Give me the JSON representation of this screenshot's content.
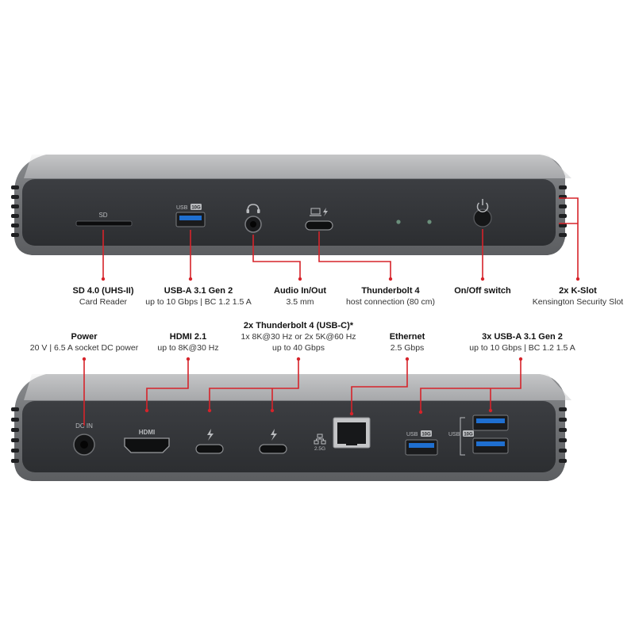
{
  "top_panel": {
    "sd_slot_label": "SD",
    "usb_badge": "USB",
    "usb_speed": "10G",
    "callouts": [
      {
        "id": "sd",
        "title": "SD 4.0 (UHS-II)",
        "sub": "Card Reader"
      },
      {
        "id": "usb-a",
        "title": "USB-A 3.1 Gen 2",
        "sub": "up to 10 Gbps | BC 1.2 1.5 A"
      },
      {
        "id": "audio",
        "title": "Audio In/Out",
        "sub": "3.5 mm"
      },
      {
        "id": "tb4-host",
        "title": "Thunderbolt 4",
        "sub": "host connection (80 cm)"
      },
      {
        "id": "power-switch",
        "title": "On/Off switch",
        "sub": ""
      },
      {
        "id": "k-slot",
        "title": "2x K-Slot",
        "sub": "Kensington Security Slot"
      }
    ]
  },
  "bottom_panel": {
    "dc_in_label": "DC IN",
    "hdmi_label": "HDMI",
    "ethernet_speed": "2.5G",
    "usb_badge": "USB",
    "usb_speed": "10G",
    "callouts": [
      {
        "id": "power",
        "title": "Power",
        "sub": "20 V | 6.5 A socket DC power"
      },
      {
        "id": "hdmi",
        "title": "HDMI 2.1",
        "sub": "up to 8K@30 Hz"
      },
      {
        "id": "tb4-ports",
        "title": "2x Thunderbolt 4 (USB-C)*",
        "sub": "1x 8K@30 Hz or 2x 5K@60 Hz",
        "sub2": "up to 40 Gbps"
      },
      {
        "id": "ethernet",
        "title": "Ethernet",
        "sub": "2.5 Gbps"
      },
      {
        "id": "usb-a-3x",
        "title": "3x USB-A 3.1 Gen 2",
        "sub": "up to 10 Gbps | BC 1.2 1.5 A"
      }
    ]
  },
  "colors": {
    "callout_line": "#d6232a",
    "device_body": "#34363a",
    "device_shell": "#6b6d70",
    "usb_blue": "#1f6fd0"
  }
}
